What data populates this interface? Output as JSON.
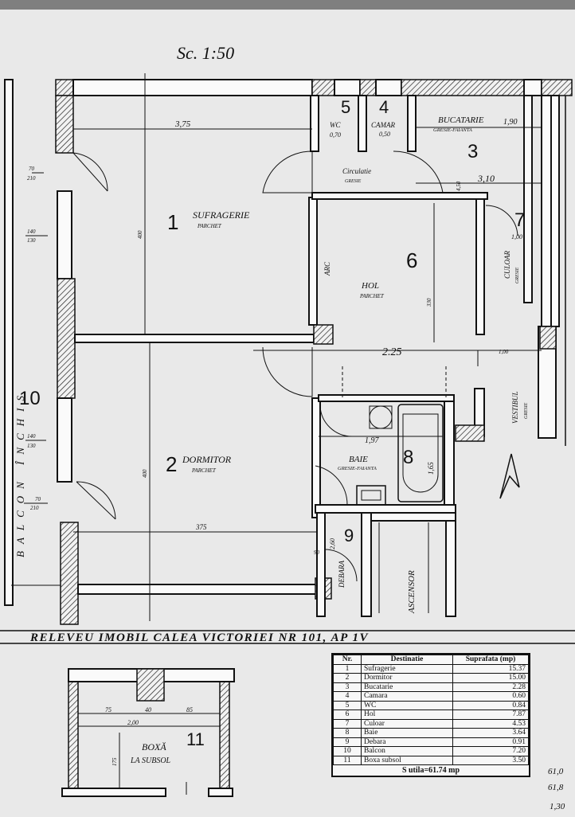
{
  "scale": "Sc. 1:50",
  "rooms": {
    "sufragerie": {
      "number": "1",
      "name": "SUFRAGERIE",
      "floor": "PARCHET"
    },
    "dormitor": {
      "number": "2",
      "name": "DORMITOR",
      "floor": "PARCHET"
    },
    "bucatarie": {
      "number": "3",
      "name": "BUCATARIE",
      "floor": "GRESIE-FAIANTA"
    },
    "camara": {
      "number": "4",
      "name": "CAMAR"
    },
    "wc": {
      "number": "5",
      "name": "WC"
    },
    "hol": {
      "number": "6",
      "name": "HOL",
      "floor": "PARCHET"
    },
    "culoar": {
      "number": "7",
      "name": "CULOAR",
      "floor": "GRESIE"
    },
    "baie": {
      "number": "8",
      "name": "BAIE",
      "floor": "GRESIE-FAIANTA"
    },
    "debara": {
      "number": "9",
      "name": "DEBARA"
    },
    "balcon": {
      "number": "10",
      "name": "BALCON ÎNCHIS"
    },
    "boxa": {
      "number": "11",
      "name": "BOXĂ",
      "sub": "LA SUBSOL"
    }
  },
  "labels": {
    "circulatie": "Circulatie",
    "gresie": "GRESIE",
    "arc": "ARC",
    "vestibul": "VESTIBUL",
    "ascensor": "ASCENSOR",
    "title": "RELEVEU IMOBIL CALEA VICTORIEI NR 101, AP 1V"
  },
  "dimensions": {
    "d_375_top": "3,75",
    "d_375_bottom": "375",
    "d_225": "2.25",
    "d_310": "3,10",
    "d_190": "1,90",
    "d_197": "1,97",
    "d_165": "1,65",
    "d_100": "1,00",
    "d_070": "0,70",
    "d_050": "0,50",
    "d_400_a": "400",
    "d_400_b": "400",
    "d_330": "330",
    "d_450": "4,50",
    "d_100b": "1,00",
    "d_200": "2,00",
    "d_75": "75",
    "d_40": "40",
    "d_85": "85",
    "d_175": "175",
    "win_70_a": "70",
    "win_210_a": "210",
    "win_140_a": "140",
    "win_130_a": "130",
    "win_140_b": "140",
    "win_130_b": "130",
    "win_70_b": "70",
    "win_210_b": "210",
    "d_90": "90",
    "d_260": "2,60"
  },
  "table": {
    "headers": [
      "Nr.",
      "Destinatie",
      "Suprafata (mp)"
    ],
    "rows": [
      [
        "1",
        "Sufragerie",
        "15.37"
      ],
      [
        "2",
        "Dormitor",
        "15.00"
      ],
      [
        "3",
        "Bucatarie",
        "2.28"
      ],
      [
        "4",
        "Camara",
        "0.60"
      ],
      [
        "5",
        "WC",
        "0.84"
      ],
      [
        "6",
        "Hol",
        "7.87"
      ],
      [
        "7",
        "Culoar",
        "4.53"
      ],
      [
        "8",
        "Baie",
        "3.64"
      ],
      [
        "9",
        "Debara",
        "0.91"
      ],
      [
        "10",
        "Balcon",
        "7.20"
      ],
      [
        "11",
        "Boxa subsol",
        "3.50"
      ]
    ],
    "total": "S utila=61.74 mp"
  },
  "margin_notes": [
    "61,0",
    "61,8",
    "1,30"
  ]
}
